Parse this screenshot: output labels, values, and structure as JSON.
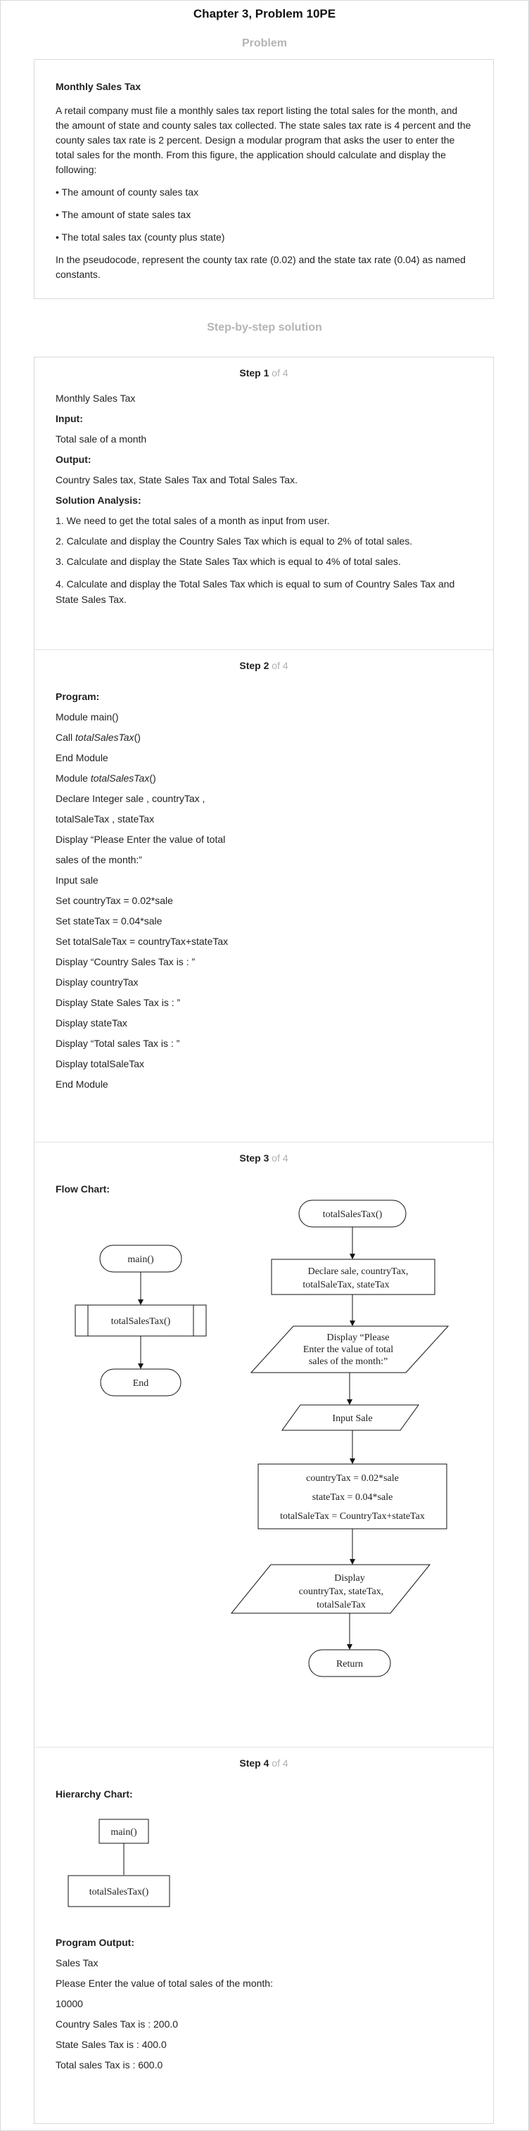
{
  "page": {
    "title": "Chapter 3, Problem 10PE",
    "problem_heading": "Problem",
    "solution_heading": "Step-by-step solution"
  },
  "problem": {
    "title": "Monthly Sales Tax",
    "text": "A retail company must file a monthly sales tax report listing the total sales for the month, and the amount of state and county sales tax collected. The state sales tax rate is 4 percent and the county sales tax rate is 2 percent. Design a modular program that asks the user to enter the total sales for the month. From this figure, the application should calculate and display the following:",
    "bullets": [
      "• The amount of county sales tax",
      "• The amount of state sales tax",
      "• The total sales tax (county plus state)"
    ],
    "note": "In the pseudocode, represent the county tax rate (0.02) and the state tax rate (0.04) as named constants."
  },
  "steps": {
    "of_label": "of 4",
    "label": "Step",
    "step1": {
      "number": "1",
      "title_line": "Monthly Sales Tax",
      "input_label": "Input:",
      "input_text": "Total sale of a month",
      "output_label": "Output:",
      "output_text": "Country Sales tax, State Sales Tax and Total Sales Tax.",
      "analysis_label": "Solution Analysis:",
      "analysis": [
        "1. We need to get the total sales of a month as input from user.",
        "2. Calculate and display the Country Sales Tax which is equal to 2% of total sales.",
        "3. Calculate and display the State Sales Tax which is equal to 4% of total sales.",
        "4. Calculate and display the Total Sales Tax which is equal to sum of Country Sales Tax and State Sales Tax."
      ]
    },
    "step2": {
      "number": "2",
      "program_label": "Program:",
      "code": {
        "l1": "Module main()",
        "l2a": "Call ",
        "l2b": "totalSalesTax",
        "l2c": "()",
        "l3": "End Module",
        "l4a": "Module ",
        "l4b": "totalSalesTax",
        "l4c": "()",
        "l5": "Declare Integer sale , countryTax ,",
        "l6": "totalSaleTax , stateTax",
        "l7": "Display “Please Enter the value of total",
        "l8": "sales of the month:”",
        "l9": "Input sale",
        "l10": "Set countryTax = 0.02*sale",
        "l11": "Set stateTax = 0.04*sale",
        "l12": "Set totalSaleTax = countryTax+stateTax",
        "l13": "Display “Country Sales Tax is : ”",
        "l14": "Display countryTax",
        "l15": "Display State Sales Tax is : ”",
        "l16": "Display stateTax",
        "l17": "Display “Total sales Tax is : ”",
        "l18": "Display totalSaleTax",
        "l19": "End Module"
      }
    },
    "step3": {
      "number": "3",
      "flow_label": "Flow Chart:",
      "flow": {
        "main": "main()",
        "call": "totalSalesTax()",
        "end": "End",
        "start2": "totalSalesTax()",
        "declare1": "Declare sale, countryTax,",
        "declare2": "totalSaleTax, stateTax",
        "prompt1": "Display “Please",
        "prompt2": "Enter the value of total",
        "prompt3": "sales of the month:”",
        "input": "Input Sale",
        "calc1": "countryTax  = 0.02*sale",
        "calc2": "stateTax = 0.04*sale",
        "calc3": "totalSaleTax = CountryTax+stateTax",
        "disp1": "Display",
        "disp2": "countryTax, stateTax,",
        "disp3": "totalSaleTax",
        "ret": "Return"
      }
    },
    "step4": {
      "number": "4",
      "hierarchy_label": "Hierarchy Chart:",
      "hier_main": "main()",
      "hier_child": "totalSalesTax()",
      "output_label": "Program Output:",
      "output": [
        "Sales Tax",
        "Please Enter the value of total sales of the month:",
        "10000",
        "Country Sales Tax is : 200.0",
        "State Sales Tax is : 400.0",
        "Total sales Tax is : 600.0"
      ]
    }
  }
}
